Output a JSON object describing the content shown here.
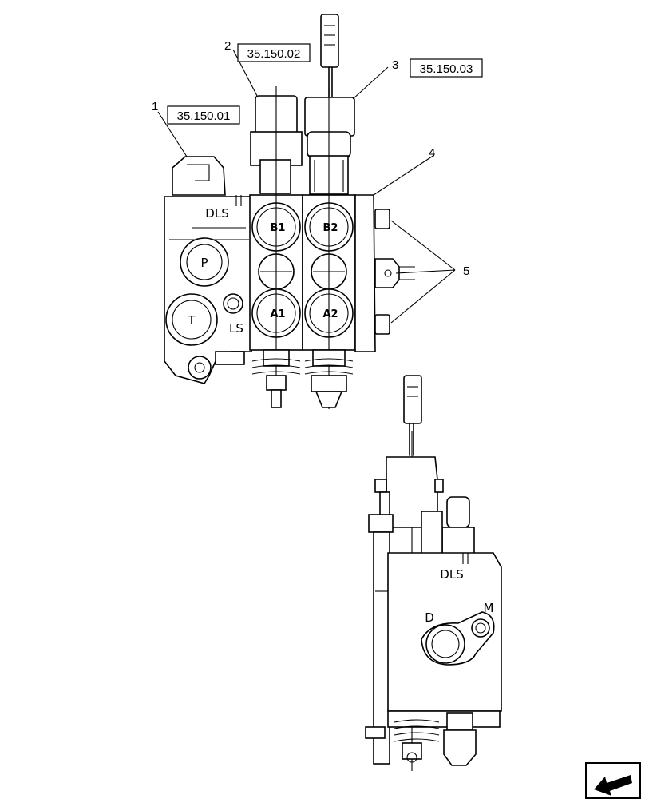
{
  "callouts": [
    {
      "id": "c1",
      "number": "1",
      "ref": "35.150.01"
    },
    {
      "id": "c2",
      "number": "2",
      "ref": "35.150.02"
    },
    {
      "id": "c3",
      "number": "3",
      "ref": "35.150.03"
    },
    {
      "id": "c4",
      "number": "4"
    },
    {
      "id": "c5",
      "number": "5"
    }
  ],
  "ports": {
    "front": {
      "dls": "DLS",
      "p": "P",
      "t": "T",
      "ls": "LS",
      "b1": "B1",
      "b2": "B2",
      "a1": "A1",
      "a2": "A2"
    },
    "side": {
      "dls": "DLS",
      "d": "D",
      "m": "M"
    }
  },
  "nav": {
    "icon": "back-arrow-icon"
  }
}
